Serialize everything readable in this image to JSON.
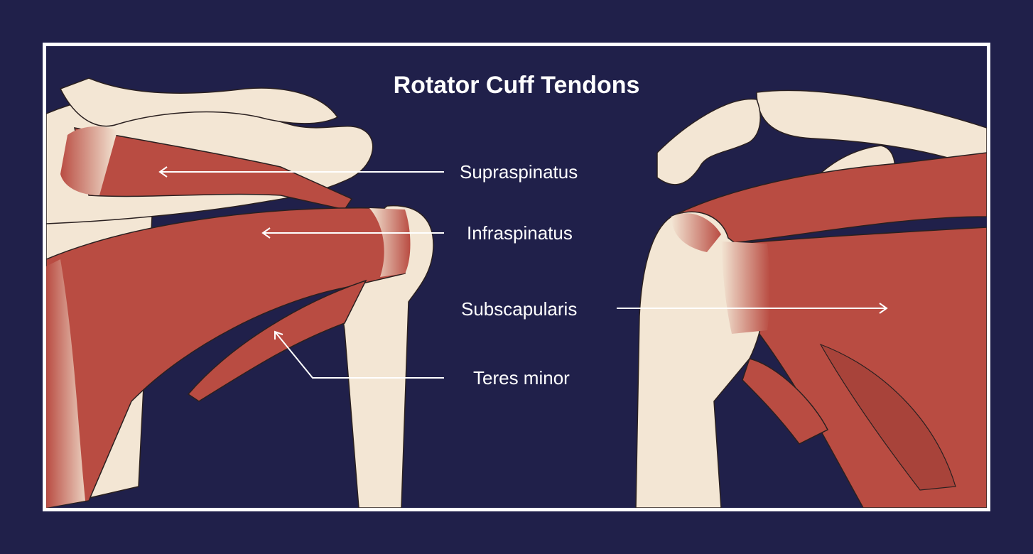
{
  "diagram": {
    "title": "Rotator Cuff Tendons",
    "labels": {
      "supraspinatus": "Supraspinatus",
      "infraspinatus": "Infraspinatus",
      "subscapularis": "Subscapularis",
      "teres_minor": "Teres minor"
    }
  },
  "colors": {
    "background": "#20204a",
    "frame": "#ffffff",
    "bone": "#f3e6d4",
    "bone_shadow": "#ddd2c2",
    "muscle": "#b94c42",
    "outline": "#2a2020",
    "label_text": "#ffffff"
  }
}
